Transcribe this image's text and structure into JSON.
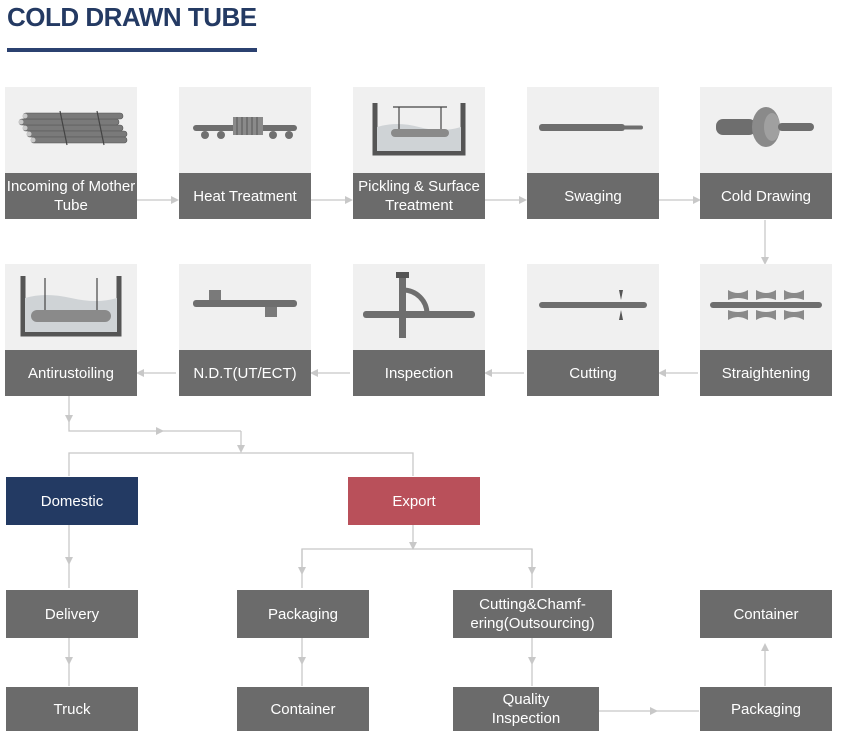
{
  "title": "COLD DRAWN TUBE",
  "process_row1": [
    {
      "label": "Incoming of Mother Tube",
      "icon": "tube-bundle-icon"
    },
    {
      "label": "Heat Treatment",
      "icon": "furnace-roller-icon"
    },
    {
      "label": "Pickling & Surface Treatment",
      "icon": "pickling-tank-icon"
    },
    {
      "label": "Swaging",
      "icon": "swaged-tube-icon"
    },
    {
      "label": "Cold Drawing",
      "icon": "drawing-die-icon"
    }
  ],
  "process_row2": [
    {
      "label": "Antirustoiling",
      "icon": "oil-tank-icon"
    },
    {
      "label": "N.D.T(UT/ECT)",
      "icon": "ndt-probe-icon"
    },
    {
      "label": "Inspection",
      "icon": "gauge-inspection-icon"
    },
    {
      "label": "Cutting",
      "icon": "cutting-blade-icon"
    },
    {
      "label": "Straightening",
      "icon": "straightening-rolls-icon"
    }
  ],
  "branches": {
    "domestic": "Domestic",
    "export": "Export"
  },
  "domestic_flow": {
    "delivery": "Delivery",
    "truck": "Truck"
  },
  "export_flow": {
    "packaging": "Packaging",
    "container": "Container",
    "cutting": "Cutting&Chamf-\nering(Outsourcing)",
    "quality": "Quality\nInspection",
    "packaging2": "Packaging",
    "container2": "Container"
  },
  "colors": {
    "label_bg": "#6b6b6b",
    "domestic": "#233a63",
    "export": "#b9505a",
    "arrow": "#c8c8c8",
    "title": "#243a63"
  }
}
